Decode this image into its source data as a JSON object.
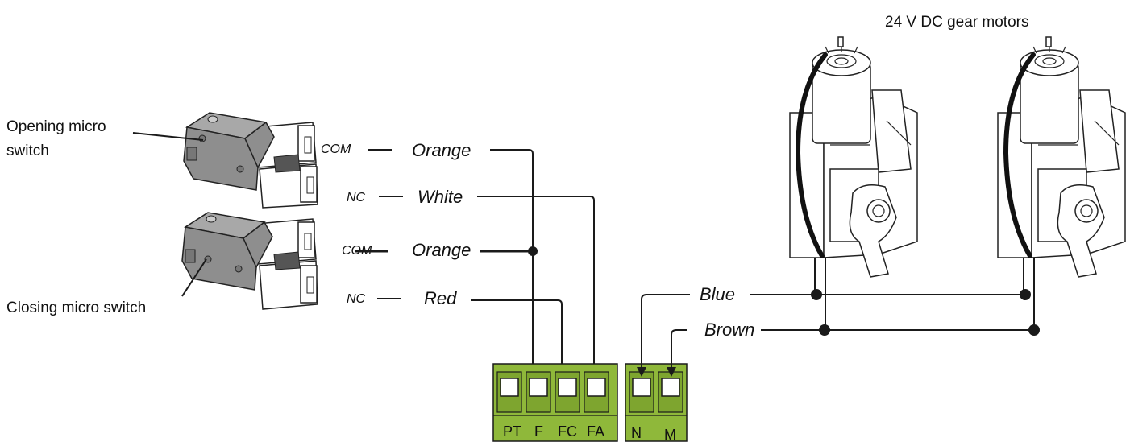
{
  "title": "24 V DC gear motors",
  "switches": {
    "opening_label_line1": "Opening micro",
    "opening_label_line2": "switch",
    "closing_label": "Closing micro switch"
  },
  "pins": {
    "com1": "COM",
    "nc1": "NC",
    "com2": "COM",
    "nc2": "NC"
  },
  "wires": {
    "orange1": "Orange",
    "white": "White",
    "orange2": "Orange",
    "red": "Red",
    "blue": "Blue",
    "brown": "Brown"
  },
  "terminal_block_1": [
    "PT",
    "F",
    "FC",
    "FA"
  ],
  "terminal_block_2": [
    "N",
    "M"
  ]
}
